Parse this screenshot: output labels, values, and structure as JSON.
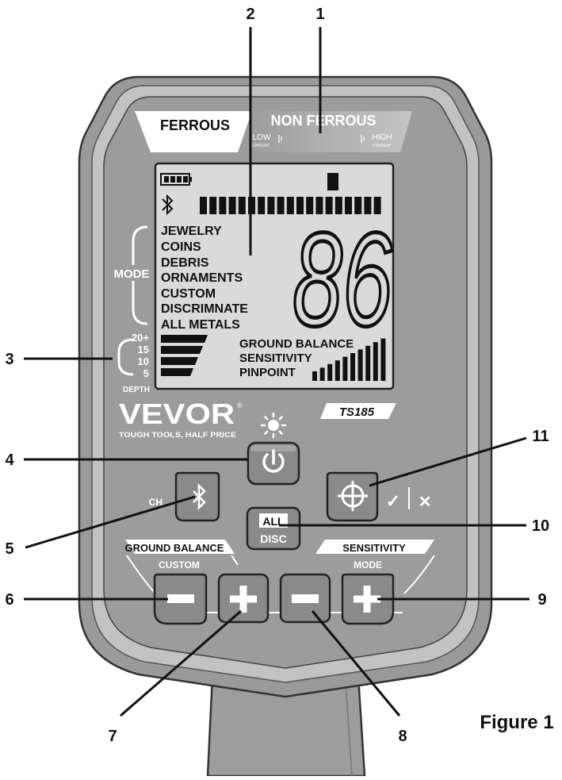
{
  "callouts": [
    "1",
    "2",
    "3",
    "4",
    "5",
    "6",
    "7",
    "8",
    "9",
    "10",
    "11"
  ],
  "figure_caption": "Figure 1",
  "top_tabs": {
    "ferrous": "FERROUS",
    "non_ferrous": "NON FERROUS",
    "low": "LOW",
    "low_sub": "CONTENT",
    "high": "HIGH",
    "high_sub": "CONTENT"
  },
  "modes": {
    "label": "MODE",
    "items": [
      "JEWELRY",
      "COINS",
      "DEBRIS",
      "ORNAMENTS",
      "CUSTOM",
      "DISCRIMNATE",
      "ALL METALS"
    ]
  },
  "depth": {
    "label": "DEPTH",
    "ticks": [
      "20+",
      "15",
      "10",
      "5"
    ]
  },
  "lcd": {
    "readout": "86",
    "indicators": [
      "GROUND BALANCE",
      "SENSITIVITY",
      "PINPOINT"
    ]
  },
  "brand": {
    "name": "VEVOR",
    "tagline": "TOUGH TOOLS, HALF PRICE",
    "registered": "®",
    "model": "TS185"
  },
  "buttons": {
    "ch_label": "CH",
    "all_label": "ALL",
    "disc_label": "DISC",
    "ground_balance": "GROUND BALANCE",
    "custom": "CUSTOM",
    "sensitivity": "SENSITIVITY",
    "mode": "MODE",
    "confirm": "✓",
    "cancel": "✕"
  },
  "icons": {
    "power": "power-icon",
    "bluetooth": "bluetooth-icon",
    "pinpoint": "crosshair-icon",
    "backlight": "sun-icon",
    "battery": "battery-icon"
  },
  "colors": {
    "body_outer": "#8f8f8f",
    "body_rim": "#b9b9b9",
    "body_face": "#9b9b9b",
    "lcd_bg": "#d9d9d9",
    "button": "#8a8a8a",
    "ink": "#111111"
  }
}
